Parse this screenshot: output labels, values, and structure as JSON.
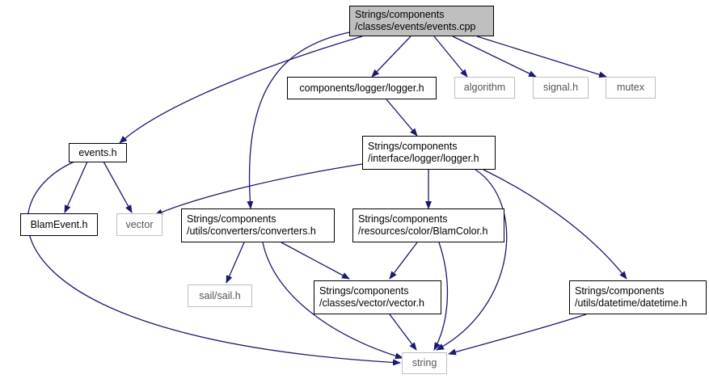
{
  "nodes": {
    "events_cpp": {
      "line1": "Strings/components",
      "line2": "/classes/events/events.cpp",
      "kind": "header"
    },
    "logger_h": {
      "text": "components/logger/logger.h",
      "kind": "local"
    },
    "algorithm": {
      "text": "algorithm",
      "kind": "system"
    },
    "signal_h": {
      "text": "signal.h",
      "kind": "system"
    },
    "mutex": {
      "text": "mutex",
      "kind": "system"
    },
    "events_h": {
      "text": "events.h",
      "kind": "local"
    },
    "iface_logger_h": {
      "line1": "Strings/components",
      "line2": "/interface/logger/logger.h",
      "kind": "local"
    },
    "blamevent_h": {
      "text": "BlamEvent.h",
      "kind": "local"
    },
    "vector": {
      "text": "vector",
      "kind": "system"
    },
    "converters_h": {
      "line1": "Strings/components",
      "line2": "/utils/converters/converters.h",
      "kind": "local"
    },
    "blamcolor_h": {
      "line1": "Strings/components",
      "line2": "/resources/color/BlamColor.h",
      "kind": "local"
    },
    "sail_h": {
      "text": "sail/sail.h",
      "kind": "system"
    },
    "vector_h": {
      "line1": "Strings/components",
      "line2": "/classes/vector/vector.h",
      "kind": "local"
    },
    "datetime_h": {
      "line1": "Strings/components",
      "line2": "/utils/datetime/datetime.h",
      "kind": "local"
    },
    "string": {
      "text": "string",
      "kind": "system"
    }
  },
  "colors": {
    "edge": "#191970",
    "header_fill": "#bfbfbf",
    "system_border": "#bfbfbf",
    "local_border": "#000000"
  }
}
